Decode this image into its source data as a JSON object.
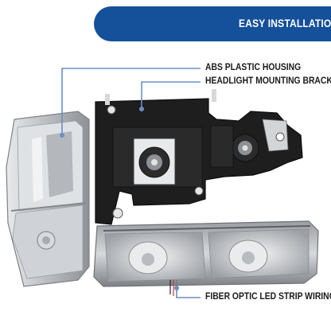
{
  "banner": {
    "title": "EASY INSTALLATION",
    "color": "#15509a"
  },
  "callouts": {
    "housing": "ABS PLASTIC HOUSING",
    "bracket": "HEADLIGHT MOUNTING BRACKET",
    "wirings": "FIBER OPTIC LED STRIP WIRINGS"
  },
  "colors": {
    "callout_line": "#6b8fc4",
    "bracket_black": "#1e1e1e",
    "chrome": "#c9ccd0"
  }
}
